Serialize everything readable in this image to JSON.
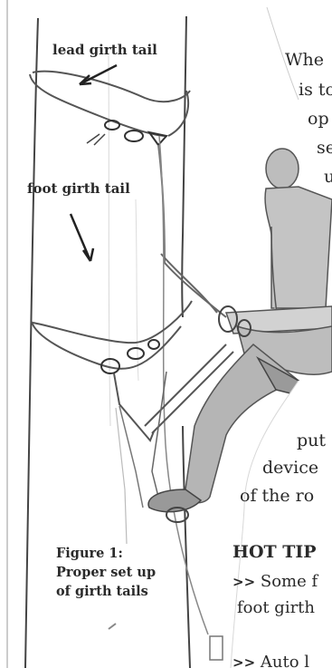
{
  "figure": {
    "labels": {
      "lead": "lead girth tail",
      "foot": "foot girth tail"
    },
    "caption": [
      "Figure 1:",
      "Proper set up",
      "of girth tails"
    ]
  },
  "text_column": {
    "top_lines": [
      "Whe",
      "is to",
      "op",
      "se",
      "u"
    ],
    "bottom_lines": [
      "put",
      "device",
      "of the ro"
    ]
  },
  "hot_tip": {
    "heading": "HOT TIP",
    "marker": ">>",
    "line1": "Some f",
    "line2": "foot girth",
    "line3": "Auto l"
  }
}
